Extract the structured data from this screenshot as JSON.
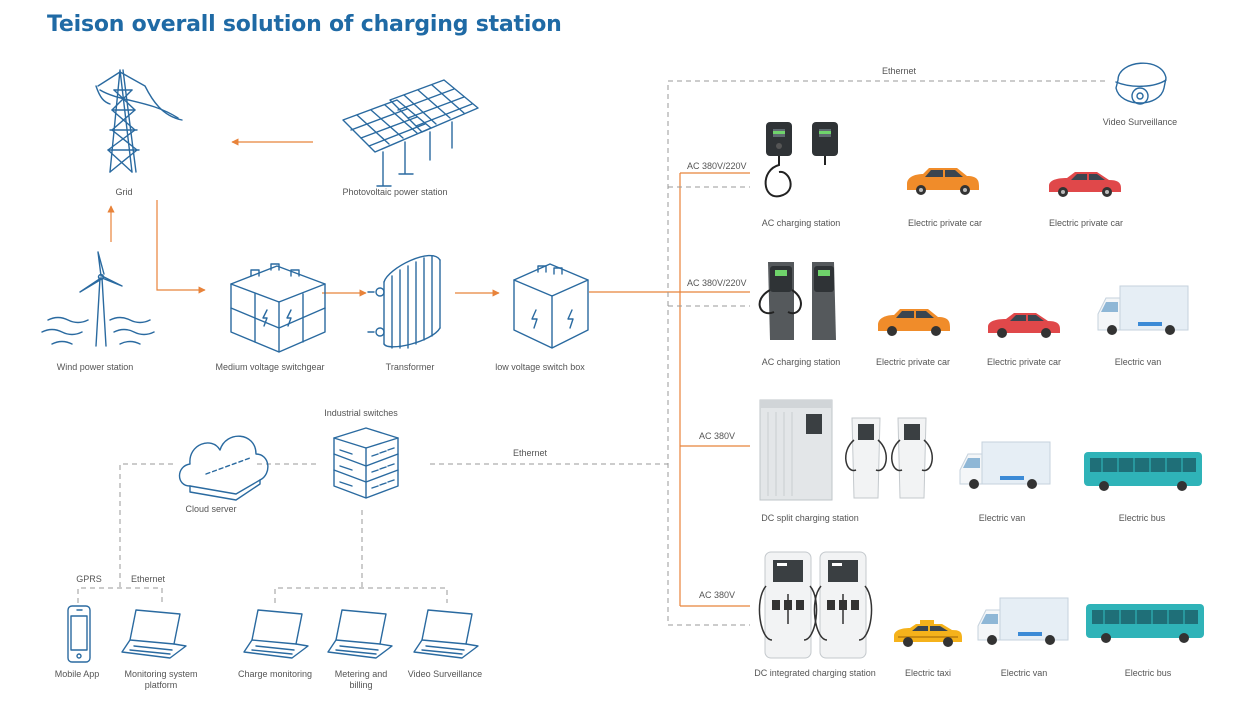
{
  "title": "Teison overall solution of charging station",
  "labels": {
    "grid": "Grid",
    "pv": "Photovoltaic power station",
    "wind": "Wind power station",
    "mv": "Medium voltage switchgear",
    "transformer": "Transformer",
    "lv": "low voltage switch box",
    "industrial": "Industrial switches",
    "cloud": "Cloud server",
    "ethernet_top": "Ethernet",
    "ethernet_mid": "Ethernet",
    "ethernet_low": "Ethernet",
    "gprs": "GPRS",
    "video_top": "Video Surveillance",
    "mobile": "Mobile App",
    "monitoring_1": "Monitoring system",
    "monitoring_2": "platform",
    "charge_mon": "Charge monitoring",
    "metering_1": "Metering and",
    "metering_2": "billing",
    "video_bottom": "Video Surveillance",
    "ac_row1_volt": "AC 380V/220V",
    "ac_row2_volt": "AC 380V/220V",
    "dc_row3_volt": "AC 380V",
    "dc_row4_volt": "AC 380V",
    "r1_station": "AC charging station",
    "r1_car1": "Electric private car",
    "r1_car2": "Electric private car",
    "r2_station": "AC charging station",
    "r2_car1": "Electric private car",
    "r2_car2": "Electric private car",
    "r2_van": "Electric van",
    "r3_station": "DC split charging station",
    "r3_van": "Electric van",
    "r3_bus": "Electric bus",
    "r4_station": "DC integrated charging station",
    "r4_taxi": "Electric taxi",
    "r4_van": "Electric van",
    "r4_bus": "Electric bus"
  },
  "colors": {
    "accent": "#1f6aa5",
    "power_line": "#e8833a",
    "data_line": "#999999",
    "car_orange": "#f08c2a",
    "car_red": "#e0484a",
    "bus": "#2fb3b8",
    "taxi": "#f5b21b"
  }
}
